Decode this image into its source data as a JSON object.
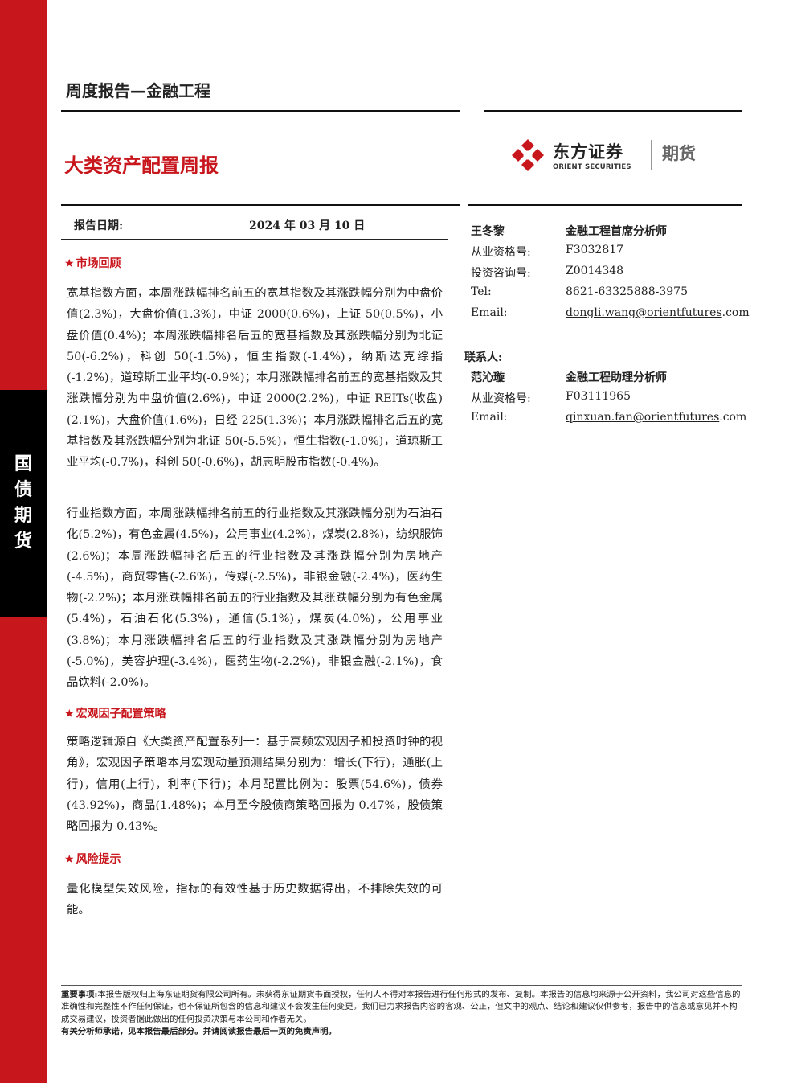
{
  "sidebar": {
    "label_chars": [
      "国",
      "债",
      "期",
      "货"
    ]
  },
  "header": {
    "report_type": "周度报告—金融工程",
    "title": "大类资产配置周报"
  },
  "brand": {
    "name_cn": "东方证券",
    "name_en": "ORIENT SECURITIES",
    "division": "期货"
  },
  "report_date": {
    "label": "报告日期:",
    "value": "2024 年 03 月 10 日"
  },
  "sections": [
    {
      "heading": "市场回顾",
      "paragraphs": [
        "宽基指数方面，本周涨跌幅排名前五的宽基指数及其涨跌幅分别为中盘价值(2.3%)，大盘价值(1.3%)，中证 2000(0.6%)，上证 50(0.5%)，小盘价值(0.4%)；本周涨跌幅排名后五的宽基指数及其涨跌幅分别为北证 50(-6.2%)，科创 50(-1.5%)，恒生指数(-1.4%)，纳斯达克综指(-1.2%)，道琼斯工业平均(-0.9%)；本月涨跌幅排名前五的宽基指数及其涨跌幅分别为中盘价值(2.6%)，中证 2000(2.2%)，中证 REITs(收盘)(2.1%)，大盘价值(1.6%)，日经 225(1.3%)；本月涨跌幅排名后五的宽基指数及其涨跌幅分别为北证 50(-5.5%)，恒生指数(-1.0%)，道琼斯工业平均(-0.7%)，科创 50(-0.6%)，胡志明股市指数(-0.4%)。",
        "行业指数方面，本周涨跌幅排名前五的行业指数及其涨跌幅分别为石油石化(5.2%)，有色金属(4.5%)，公用事业(4.2%)，煤炭(2.8%)，纺织服饰(2.6%)；本周涨跌幅排名后五的行业指数及其涨跌幅分别为房地产(-4.5%)，商贸零售(-2.6%)，传媒(-2.5%)，非银金融(-2.4%)，医药生物(-2.2%)；本月涨跌幅排名前五的行业指数及其涨跌幅分别为有色金属(5.4%)，石油石化(5.3%)，通信(5.1%)，煤炭(4.0%)，公用事业(3.8%)；本月涨跌幅排名后五的行业指数及其涨跌幅分别为房地产(-5.0%)，美容护理(-3.4%)，医药生物(-2.2%)，非银金融(-2.1%)，食品饮料(-2.0%)。"
      ]
    },
    {
      "heading": "宏观因子配置策略",
      "paragraphs": [
        "策略逻辑源自《大类资产配置系列一：基于高频宏观因子和投资时钟的视角》，宏观因子策略本月宏观动量预测结果分别为：增长(下行)，通胀(上行)，信用(上行)，利率(下行)；本月配置比例为：股票(54.6%)，债券(43.92%)，商品(1.48%)；本月至今股债商策略回报为 0.47%，股债策略回报为 0.43%。"
      ]
    },
    {
      "heading": "风险提示",
      "paragraphs": [
        "量化模型失效风险，指标的有效性基于历史数据得出，不排除失效的可能。"
      ]
    }
  ],
  "analyst": {
    "name": "王冬黎",
    "role": "金融工程首席分析师",
    "fields": [
      {
        "label": "从业资格号:",
        "value": "F3032817"
      },
      {
        "label": "投资咨询号:",
        "value": "Z0014348"
      },
      {
        "label": "Tel:",
        "value": "8621-63325888-3975"
      }
    ],
    "email_label": "Email:",
    "email_user": "dongli.wang@orientfutures",
    "email_tld": ".com"
  },
  "contact_heading": "联系人:",
  "contact": {
    "name": "范沁璇",
    "role": "金融工程助理分析师",
    "fields": [
      {
        "label": "从业资格号:",
        "value": "F03111965"
      }
    ],
    "email_label": "Email:",
    "email_user": "qinxuan.fan@orientfutures",
    "email_tld": ".com"
  },
  "footer": {
    "notice_label": "重要事项:",
    "notice_text": "本报告版权归上海东证期货有限公司所有。未获得东证期货书面授权，任何人不得对本报告进行任何形式的发布、复制。本报告的信息均来源于公开资料，我公司对这些信息的准确性和完整性不作任何保证，也不保证所包含的信息和建议不会发生任何变更。我们已力求报告内容的客观、公正，但文中的观点、结论和建议仅供参考，报告中的信息或意见并不构成交易建议，投资者据此做出的任何投资决策与本公司和作者无关。",
    "commitment": "有关分析师承诺，见本报告最后部分。并请阅读报告最后一页的免责声明。"
  },
  "colors": {
    "brand_red": "#c8161d",
    "sidebar_black": "#000000"
  }
}
